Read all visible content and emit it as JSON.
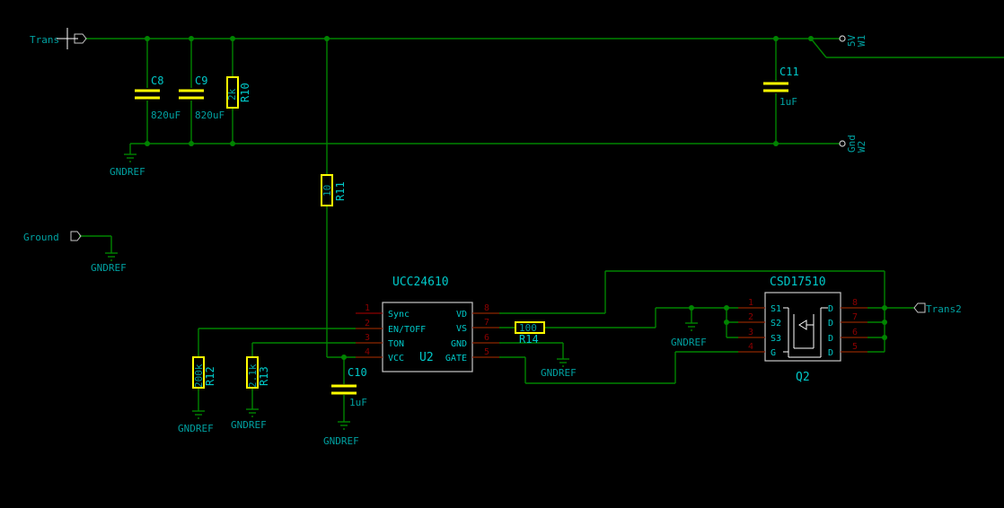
{
  "labels": {
    "trans": "Trans",
    "ground": "Ground",
    "trans2": "Trans2"
  },
  "power": {
    "gndref": "GNDREF"
  },
  "connectors": {
    "w1_ref": "W1",
    "w1_val": "5V",
    "w2_ref": "W2",
    "w2_val": "Gnd"
  },
  "components": {
    "c8_ref": "C8",
    "c8_val": "820uF",
    "c9_ref": "C9",
    "c9_val": "820uF",
    "r10_ref": "R10",
    "r10_val": "2k",
    "c11_ref": "C11",
    "c11_val": "1uF",
    "r11_ref": "R11",
    "r11_val": "10",
    "c10_ref": "C10",
    "c10_val": "1uF",
    "r12_ref": "R12",
    "r12_val": "200k",
    "r13_ref": "R13",
    "r13_val": "2.1k",
    "r14_ref": "R14",
    "r14_val": "100"
  },
  "u2": {
    "title": "UCC24610",
    "ref": "U2",
    "left_pins": [
      {
        "num": "1",
        "name": "Sync"
      },
      {
        "num": "2",
        "name": "EN/TOFF"
      },
      {
        "num": "3",
        "name": "TON"
      },
      {
        "num": "4",
        "name": "VCC"
      }
    ],
    "right_pins": [
      {
        "num": "8",
        "name": "VD"
      },
      {
        "num": "7",
        "name": "VS"
      },
      {
        "num": "6",
        "name": "GND"
      },
      {
        "num": "5",
        "name": "GATE"
      }
    ]
  },
  "q2": {
    "title": "CSD17510",
    "ref": "Q2",
    "left_pins": [
      {
        "num": "1",
        "name": "S1"
      },
      {
        "num": "2",
        "name": "S2"
      },
      {
        "num": "3",
        "name": "S3"
      },
      {
        "num": "4",
        "name": "G"
      }
    ],
    "right_pins": [
      {
        "num": "8",
        "name": "D"
      },
      {
        "num": "7",
        "name": "D"
      },
      {
        "num": "6",
        "name": "D"
      },
      {
        "num": "5",
        "name": "D"
      }
    ]
  }
}
